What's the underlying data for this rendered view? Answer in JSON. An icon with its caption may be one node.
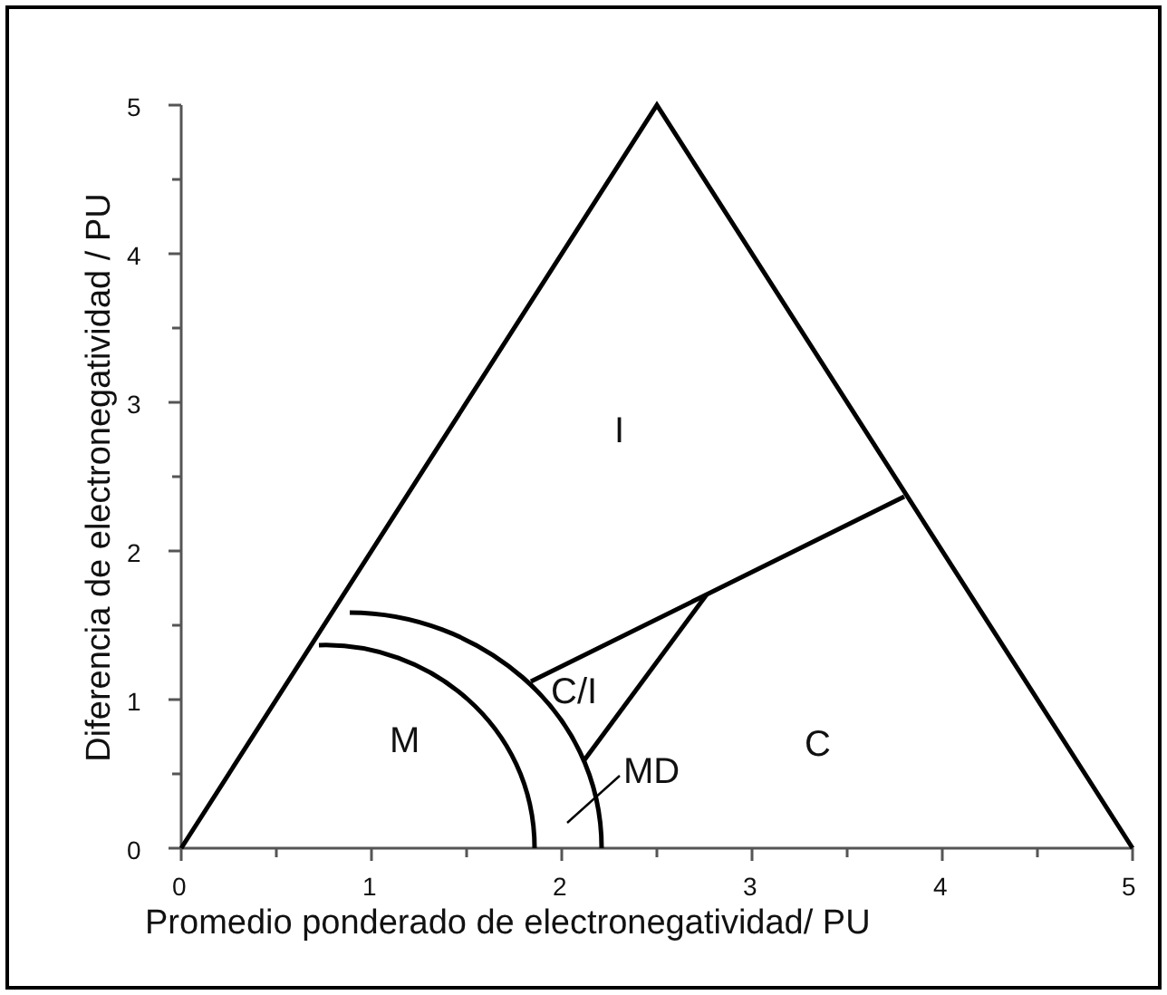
{
  "diagram": {
    "nodes": [
      {
        "text": [
          "MD"
        ]
      },
      {
        "text": [],
        "shape": "band"
      }
    ],
    "edges": [
      {
        "from": 0,
        "to": 1,
        "arrow": "none"
      }
    ],
    "labels": [
      "5",
      "4",
      "I",
      "3",
      "2",
      "1",
      "C/I",
      "M",
      "C",
      "0",
      "0",
      "1",
      "2",
      "3",
      "4",
      "5",
      "Diferencia de electronegatividad / PU",
      "Promedio ponderado de electronegatividad/ PU"
    ]
  }
}
